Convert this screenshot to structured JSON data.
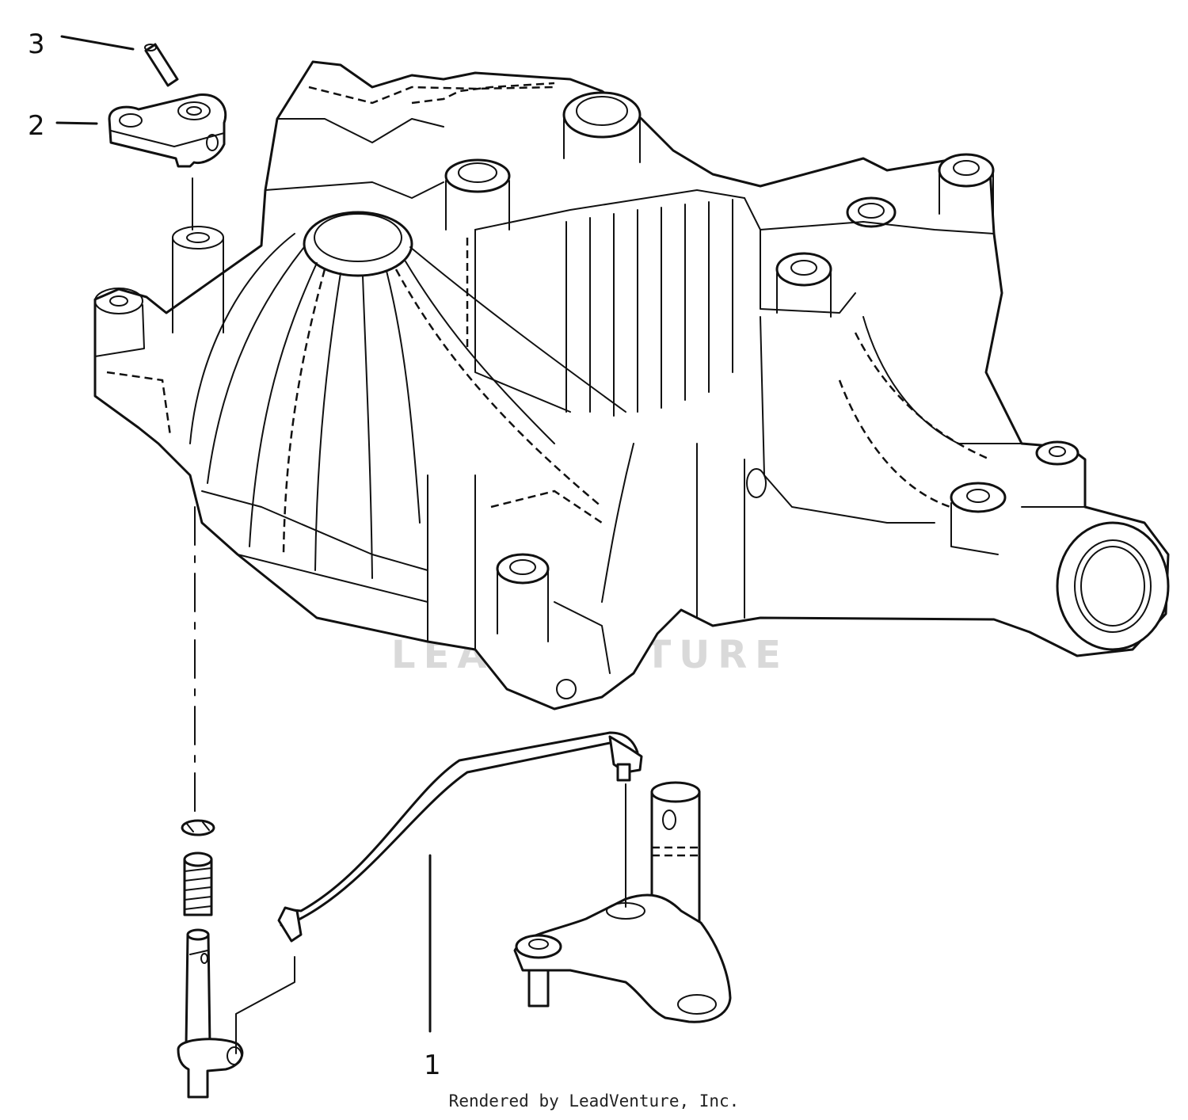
{
  "callouts": [
    {
      "id": "1",
      "text": "1"
    },
    {
      "id": "2",
      "text": "2"
    },
    {
      "id": "3",
      "text": "3"
    }
  ],
  "watermark": "LEADVENTURE",
  "credit": "Rendered by LeadVenture, Inc."
}
